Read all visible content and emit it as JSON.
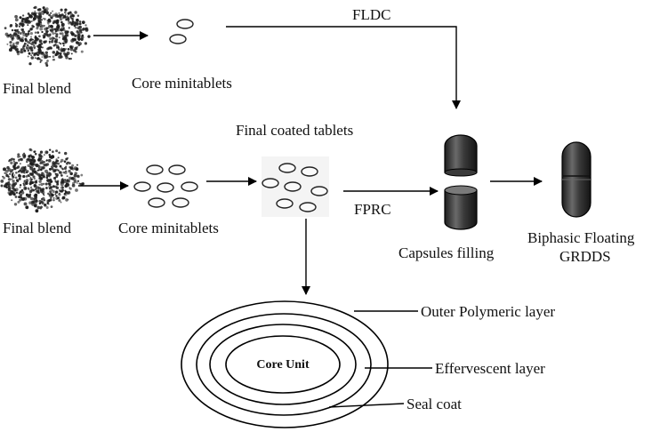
{
  "labels": {
    "final_blend_top": "Final blend",
    "core_minitablets_top": "Core minitablets",
    "fldc": "FLDC",
    "final_coated_tablets": "Final coated tablets",
    "final_blend_bottom": "Final blend",
    "core_minitablets_bottom": "Core minitablets",
    "fprc": "FPRC",
    "capsules_filling": "Capsules filling",
    "biphasic_line1": "Biphasic  Floating",
    "biphasic_line2": "GRDDS",
    "outer_polymeric_layer": "Outer Polymeric layer",
    "effervescent_layer": "Effervescent layer",
    "seal_coat": "Seal coat",
    "core_unit": "Core Unit"
  },
  "colors": {
    "capsule_dark": "#2b2b2b",
    "capsule_mid": "#5a5a5a",
    "capsule_light": "#8a8a8a",
    "powder": "#1f1f1f"
  }
}
